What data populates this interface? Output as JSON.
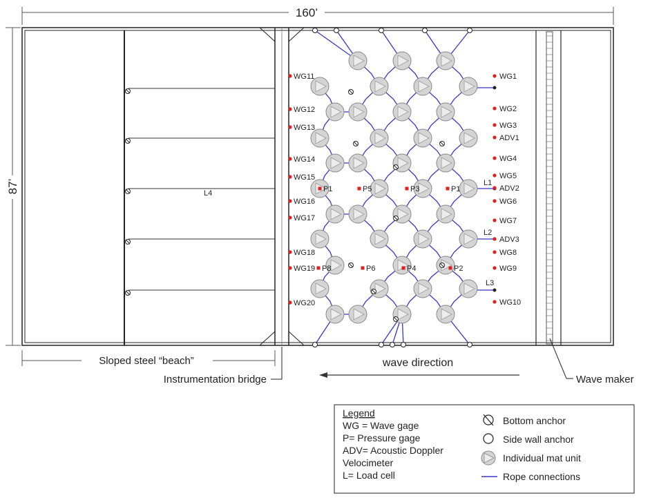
{
  "dimensions": {
    "length": "160’",
    "width": "87’"
  },
  "labels": {
    "beach": "Sloped steel “beach”",
    "bridge": "Instrumentation bridge",
    "wave_direction": "wave direction",
    "wave_maker": "Wave maker",
    "load_cell_far": "L4"
  },
  "left_gages": [
    "WG11",
    "WG12",
    "WG13",
    "WG14",
    "WG15",
    "WG16",
    "WG17",
    "WG18",
    "WG19",
    "WG20"
  ],
  "right_instruments": [
    "WG1",
    "WG2",
    "WG3",
    "ADV1",
    "WG4",
    "WG5",
    "L1",
    "ADV2",
    "WG6",
    "WG7",
    "L2",
    "ADV3",
    "WG8",
    "WG9",
    "L3",
    "WG10"
  ],
  "pressure_gages": [
    "P1",
    "P5",
    "P3",
    "P1",
    "P8",
    "P6",
    "P4",
    "P2"
  ],
  "legend": {
    "title": "Legend",
    "definitions": [
      "WG = Wave gage",
      "P= Pressure gage",
      "ADV= Acoustic Doppler",
      "Velocimeter",
      "L= Load cell"
    ],
    "symbols": [
      "Bottom anchor",
      "Side wall anchor",
      "Individual mat unit",
      "Rope connections"
    ]
  },
  "colors": {
    "rope": "#3535c8",
    "gage": "#e02020",
    "mat_fill": "#d4d4d4",
    "line": "#222222"
  }
}
